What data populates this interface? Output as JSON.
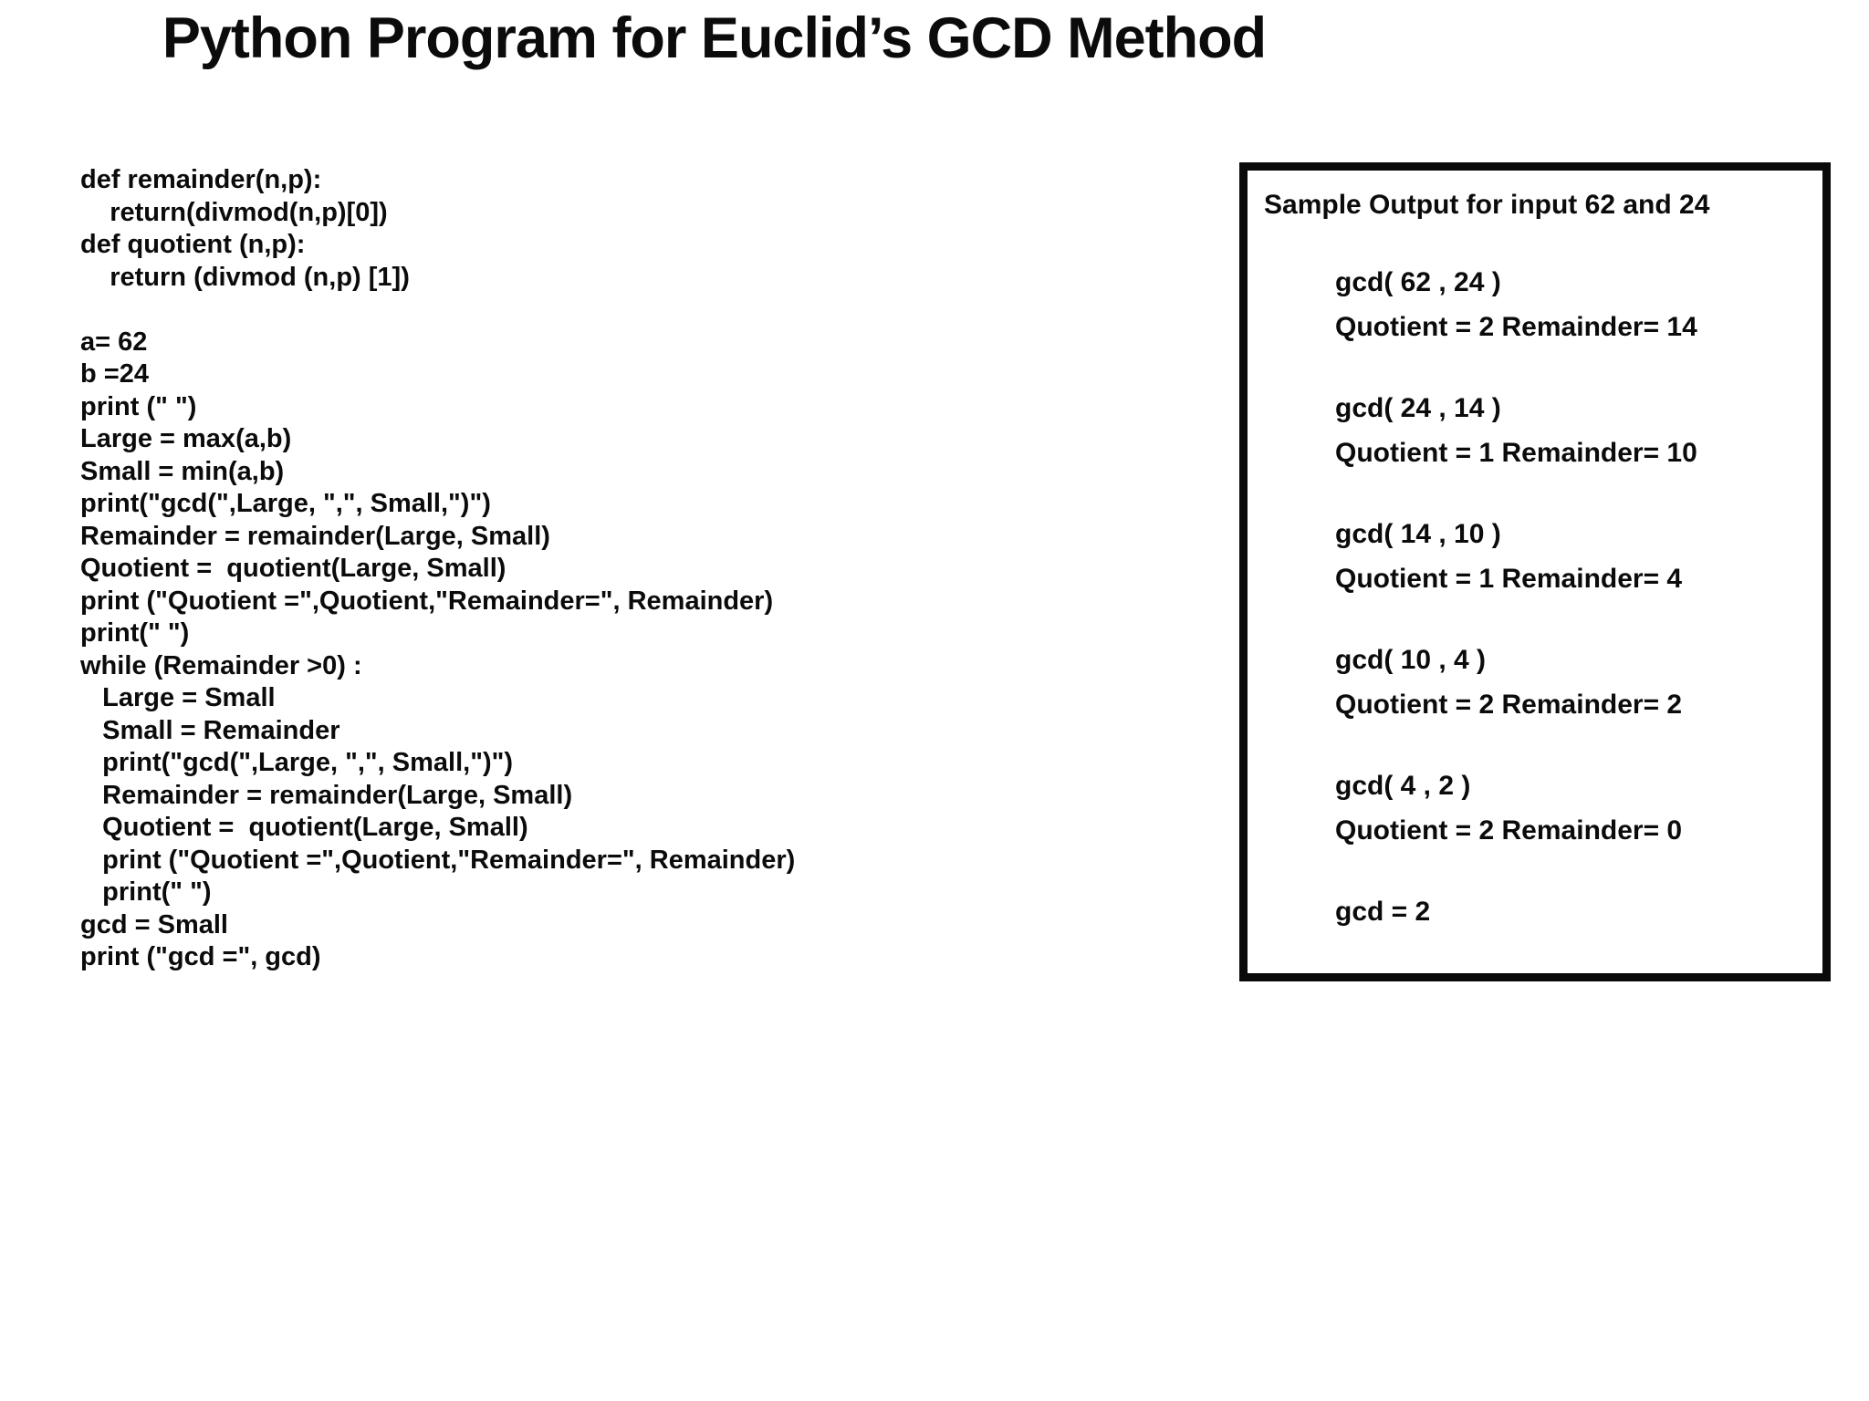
{
  "title": "Python Program for Euclid’s GCD Method",
  "code": {
    "lines": [
      "def remainder(n,p):",
      "    return(divmod(n,p)[0])",
      "def quotient (n,p):",
      "    return (divmod (n,p) [1])",
      "",
      "a= 62",
      "b =24",
      "print (\" \")",
      "Large = max(a,b)",
      "Small = min(a,b)",
      "print(\"gcd(\",Large, \",\", Small,\")\")",
      "Remainder = remainder(Large, Small)",
      "Quotient =  quotient(Large, Small)",
      "print (\"Quotient =\",Quotient,\"Remainder=\", Remainder)",
      "print(\" \")",
      "while (Remainder >0) :",
      "   Large = Small",
      "   Small = Remainder",
      "   print(\"gcd(\",Large, \",\", Small,\")\")",
      "   Remainder = remainder(Large, Small)",
      "   Quotient =  quotient(Large, Small)",
      "   print (\"Quotient =\",Quotient,\"Remainder=\", Remainder)",
      "   print(\" \")",
      "gcd = Small",
      "print (\"gcd =\", gcd)"
    ]
  },
  "sample_output": {
    "header": "Sample Output for input 62 and 24",
    "steps": [
      {
        "call": "gcd( 62 , 24 )",
        "result": "Quotient = 2 Remainder= 14"
      },
      {
        "call": "gcd( 24 , 14 )",
        "result": "Quotient = 1 Remainder= 10"
      },
      {
        "call": "gcd( 14 , 10 )",
        "result": "Quotient = 1 Remainder= 4"
      },
      {
        "call": "gcd( 10 , 4 )",
        "result": "Quotient = 2 Remainder= 2"
      },
      {
        "call": "gcd( 4 , 2 )",
        "result": "Quotient = 2 Remainder= 0"
      }
    ],
    "final": "gcd = 2"
  },
  "colors": {
    "background": "#ffffff",
    "text": "#0b0b0b",
    "box_border": "#0a0a0a"
  }
}
